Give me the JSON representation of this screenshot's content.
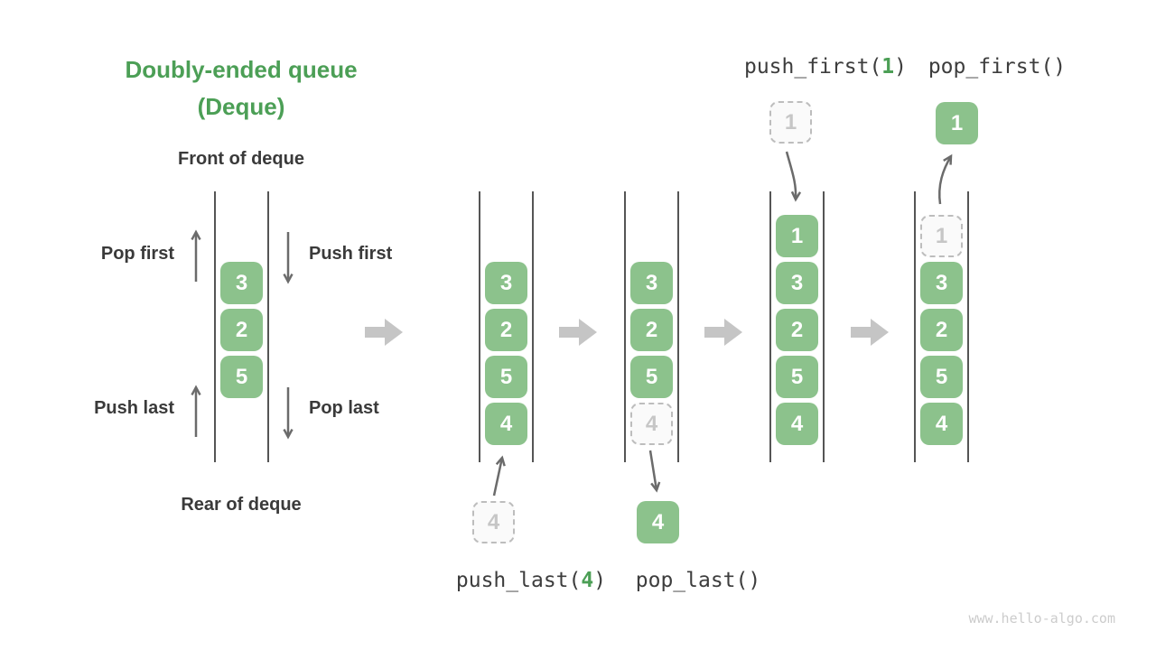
{
  "title": {
    "line1": "Doubly-ended queue",
    "line2": "(Deque)"
  },
  "labels": {
    "front": "Front of deque",
    "rear": "Rear of deque",
    "pop_first": "Pop first",
    "push_first": "Push first",
    "push_last": "Push last",
    "pop_last": "Pop last"
  },
  "operations": {
    "push_last": {
      "prefix": "push_last(",
      "arg": "4",
      "suffix": ")"
    },
    "pop_last": {
      "text": "pop_last()"
    },
    "push_first": {
      "prefix": "push_first(",
      "arg": "1",
      "suffix": ")"
    },
    "pop_first": {
      "text": "pop_first()"
    }
  },
  "queues": [
    {
      "name": "queue-initial",
      "cells": [
        {
          "value": "3"
        },
        {
          "value": "2"
        },
        {
          "value": "5"
        }
      ]
    },
    {
      "name": "queue-after-push-last",
      "cells": [
        {
          "value": "3"
        },
        {
          "value": "2"
        },
        {
          "value": "5"
        },
        {
          "value": "4"
        }
      ]
    },
    {
      "name": "queue-after-pop-last",
      "cells": [
        {
          "value": "3"
        },
        {
          "value": "2"
        },
        {
          "value": "5"
        },
        {
          "value": "4",
          "variant": "dashed"
        }
      ]
    },
    {
      "name": "queue-after-push-first",
      "cells": [
        {
          "value": "1"
        },
        {
          "value": "3"
        },
        {
          "value": "2"
        },
        {
          "value": "5"
        },
        {
          "value": "4"
        }
      ]
    },
    {
      "name": "queue-after-pop-first",
      "cells": [
        {
          "value": "1",
          "variant": "dashed"
        },
        {
          "value": "3"
        },
        {
          "value": "2"
        },
        {
          "value": "5"
        },
        {
          "value": "4"
        }
      ]
    }
  ],
  "floating_cells": {
    "push_last_incoming": {
      "value": "4",
      "variant": "dashed"
    },
    "pop_last_outgoing": {
      "value": "4",
      "variant": "solid"
    },
    "push_first_incoming": {
      "value": "1",
      "variant": "dashed"
    },
    "pop_first_outgoing": {
      "value": "1",
      "variant": "solid"
    }
  },
  "watermark": "www.hello-algo.com",
  "colors": {
    "title_green": "#4C9F56",
    "cell_green": "#8CC28C",
    "cell_text": "#FFFFFF",
    "dashed_border": "#BDBDBD",
    "dashed_fill": "#FAFAFA",
    "dashed_text": "#C6C6C6",
    "label_text": "#3A3A3A",
    "code_text": "#3D3D3D",
    "arrow_dark": "#6B6B6B",
    "arrow_light": "#C5C5C5",
    "wall": "#555555",
    "watermark": "#CCCCCC"
  }
}
